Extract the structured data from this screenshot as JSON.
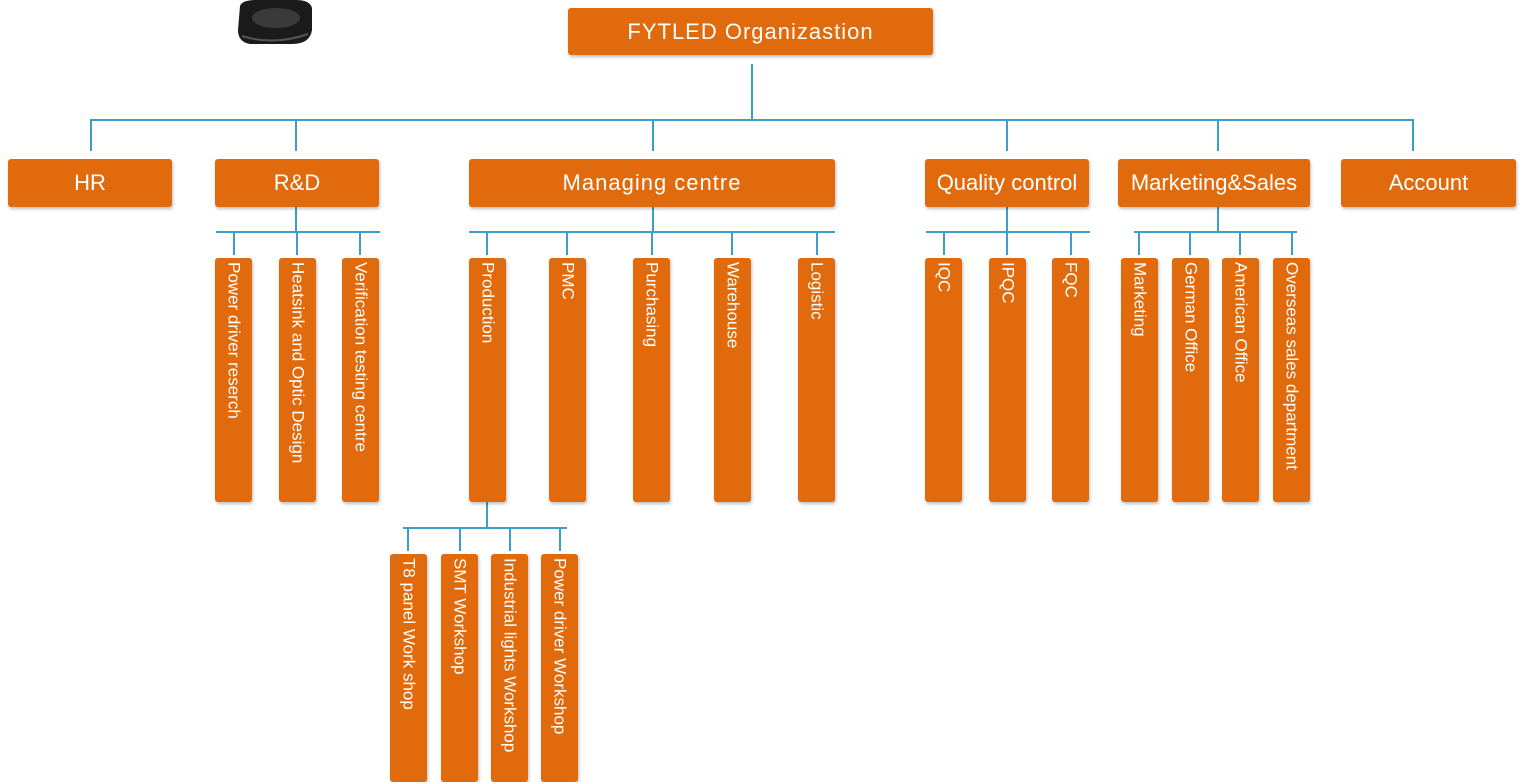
{
  "root": "FYTLED Organizastion",
  "departments": {
    "hr": "HR",
    "rd": {
      "label": "R&D",
      "children": [
        "Power driver reserch",
        "Heatsink and Optic Design",
        "Verification testing centre"
      ]
    },
    "managing": {
      "label": "Managing centre",
      "children": [
        "Production",
        "PMC",
        "Purchasing",
        "Warehouse",
        "Logistic"
      ],
      "production_children": [
        "T8 panel Work shop",
        "SMT Workshop",
        "Industrial lights Workshop",
        "Power driver Workshop"
      ]
    },
    "qc": {
      "label": "Quality control",
      "children": [
        "IQC",
        "IPQC",
        "FQC"
      ]
    },
    "marketing": {
      "label": "Marketing&Sales",
      "children": [
        "Marketing",
        "German Office",
        "American Office",
        "Overseas sales department"
      ]
    },
    "account": "Account"
  },
  "colors": {
    "box": "#e06a0c",
    "connector": "#3aa0c9",
    "text": "#ffffff"
  }
}
